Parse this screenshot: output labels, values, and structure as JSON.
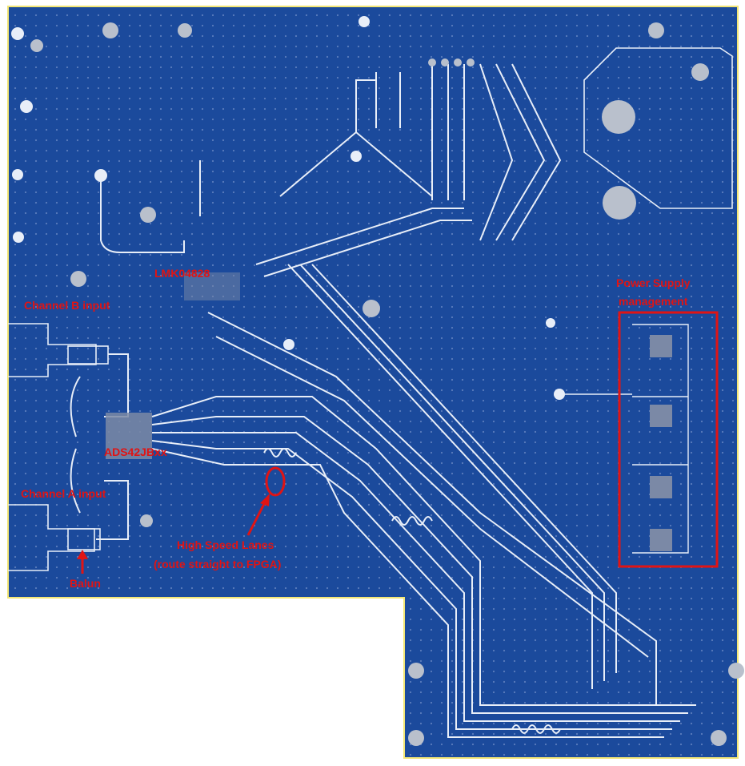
{
  "colors": {
    "board": "#1b4a9c",
    "copper": "#e8eef8",
    "pad": "#b9c0cc",
    "outline": "#f2e676",
    "annotation": "#e01414"
  },
  "labels": {
    "lmk": "LMK04828",
    "channel_b": "Channel B input",
    "power_line1": "Power Supply",
    "power_line2": "management",
    "adc": "ADS42JBxx",
    "channel_a": "Channel A input",
    "hs_line1": "High Speed Lanes",
    "hs_line2": "(route straight to FPGA)",
    "balun": "Balun"
  }
}
